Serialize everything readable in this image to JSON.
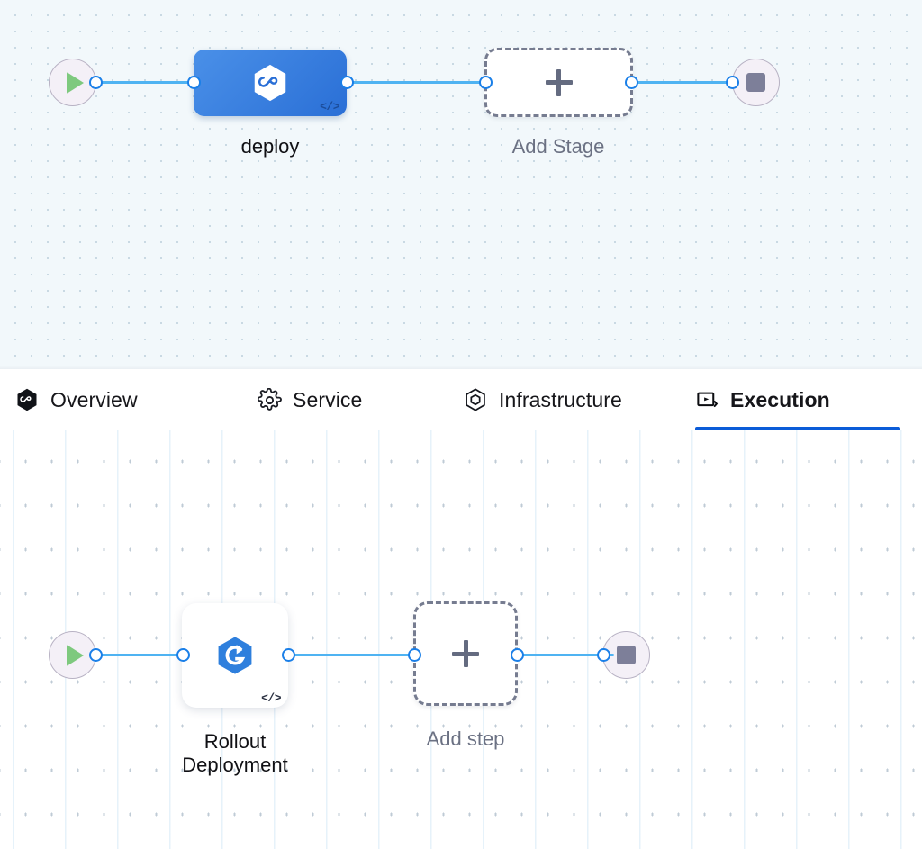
{
  "theme": {
    "accent_blue": "#0b5cd8",
    "edge_blue": "#4fb3f2",
    "port_blue": "#1a7fe8",
    "stage_node_blue": "#2a6fd6",
    "start_green": "#7ec97e",
    "stop_gray": "#7d7f99",
    "dashed_gray": "#767c90",
    "stage_canvas_bg": "#f2f8fb",
    "step_canvas_bg": "#ffffff"
  },
  "stage_canvas": {
    "start_node": {
      "icon": "play-icon",
      "label": ""
    },
    "stage_node": {
      "label": "deploy",
      "icon": "harness-infinity-hexagon-icon",
      "code_badge": "</>"
    },
    "add_stage_node": {
      "label": "Add Stage",
      "icon": "plus-icon"
    },
    "end_node": {
      "icon": "stop-icon",
      "label": ""
    }
  },
  "tabs": [
    {
      "id": "overview",
      "label": "Overview",
      "icon": "harness-infinity-hexagon-icon",
      "active": false
    },
    {
      "id": "service",
      "label": "Service",
      "icon": "gear-icon",
      "active": false
    },
    {
      "id": "infrastructure",
      "label": "Infrastructure",
      "icon": "hexagon-outline-icon",
      "active": false
    },
    {
      "id": "execution",
      "label": "Execution",
      "icon": "play-screen-icon",
      "active": true
    }
  ],
  "step_canvas": {
    "start_node": {
      "icon": "play-icon",
      "label": ""
    },
    "step_node": {
      "label": "Rollout\nDeployment",
      "icon": "rollout-deployment-icon",
      "code_badge": "</>"
    },
    "add_step_node": {
      "label": "Add step",
      "icon": "plus-icon"
    },
    "end_node": {
      "icon": "stop-icon",
      "label": ""
    }
  }
}
